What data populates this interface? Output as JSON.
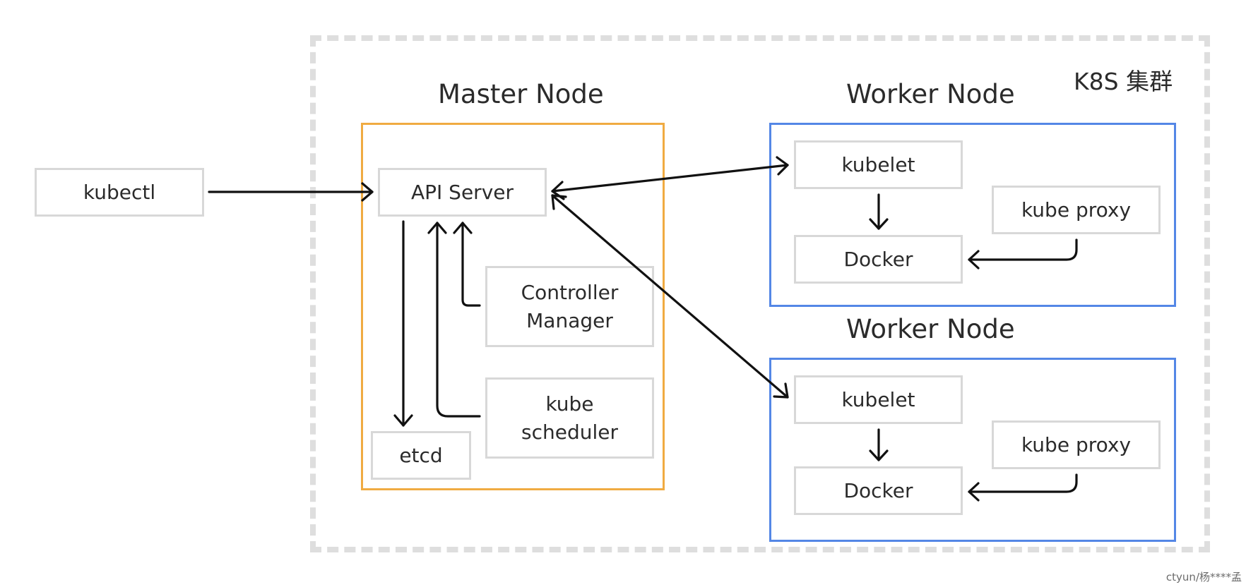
{
  "cluster": {
    "label": "K8S 集群"
  },
  "client": {
    "kubectl": "kubectl"
  },
  "master": {
    "title": "Master Node",
    "api_server": "API Server",
    "controller_manager": "Controller\nManager",
    "scheduler": "kube\nscheduler",
    "etcd": "etcd"
  },
  "workers": [
    {
      "title": "Worker Node",
      "kubelet": "kubelet",
      "kube_proxy": "kube proxy",
      "docker": "Docker"
    },
    {
      "title": "Worker Node",
      "kubelet": "kubelet",
      "kube_proxy": "kube proxy",
      "docker": "Docker"
    }
  ],
  "watermark": "ctyun/杨****孟",
  "colors": {
    "master_border": "#f0ab42",
    "worker_border": "#5487e6",
    "cluster_border": "#dedede",
    "box_border": "#d8d8d8",
    "arrow": "#111111"
  }
}
